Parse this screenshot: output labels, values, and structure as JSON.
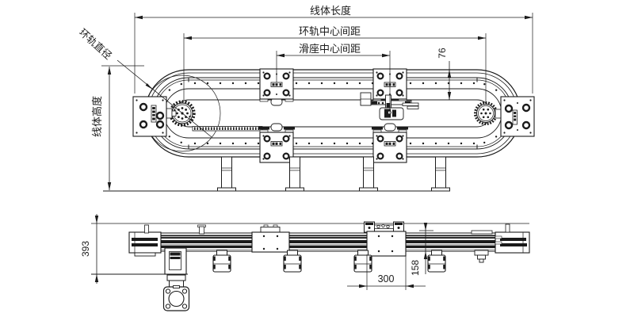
{
  "drawing": {
    "colors": {
      "line": "#1b1b1b",
      "background": "#ffffff"
    },
    "top_view": {
      "dim_line_length_label": "线体长度",
      "dim_ring_center_label": "环轨中心间距",
      "dim_slider_center_label": "滑座中心间距",
      "dim_rail_band_value": "76",
      "dim_ring_diameter_label": "环轨直径",
      "dim_line_height_label": "线体高度"
    },
    "front_view": {
      "dim_base_height_value": "393",
      "dim_leg_span_value": "300",
      "dim_rail_height_value": "158"
    }
  }
}
